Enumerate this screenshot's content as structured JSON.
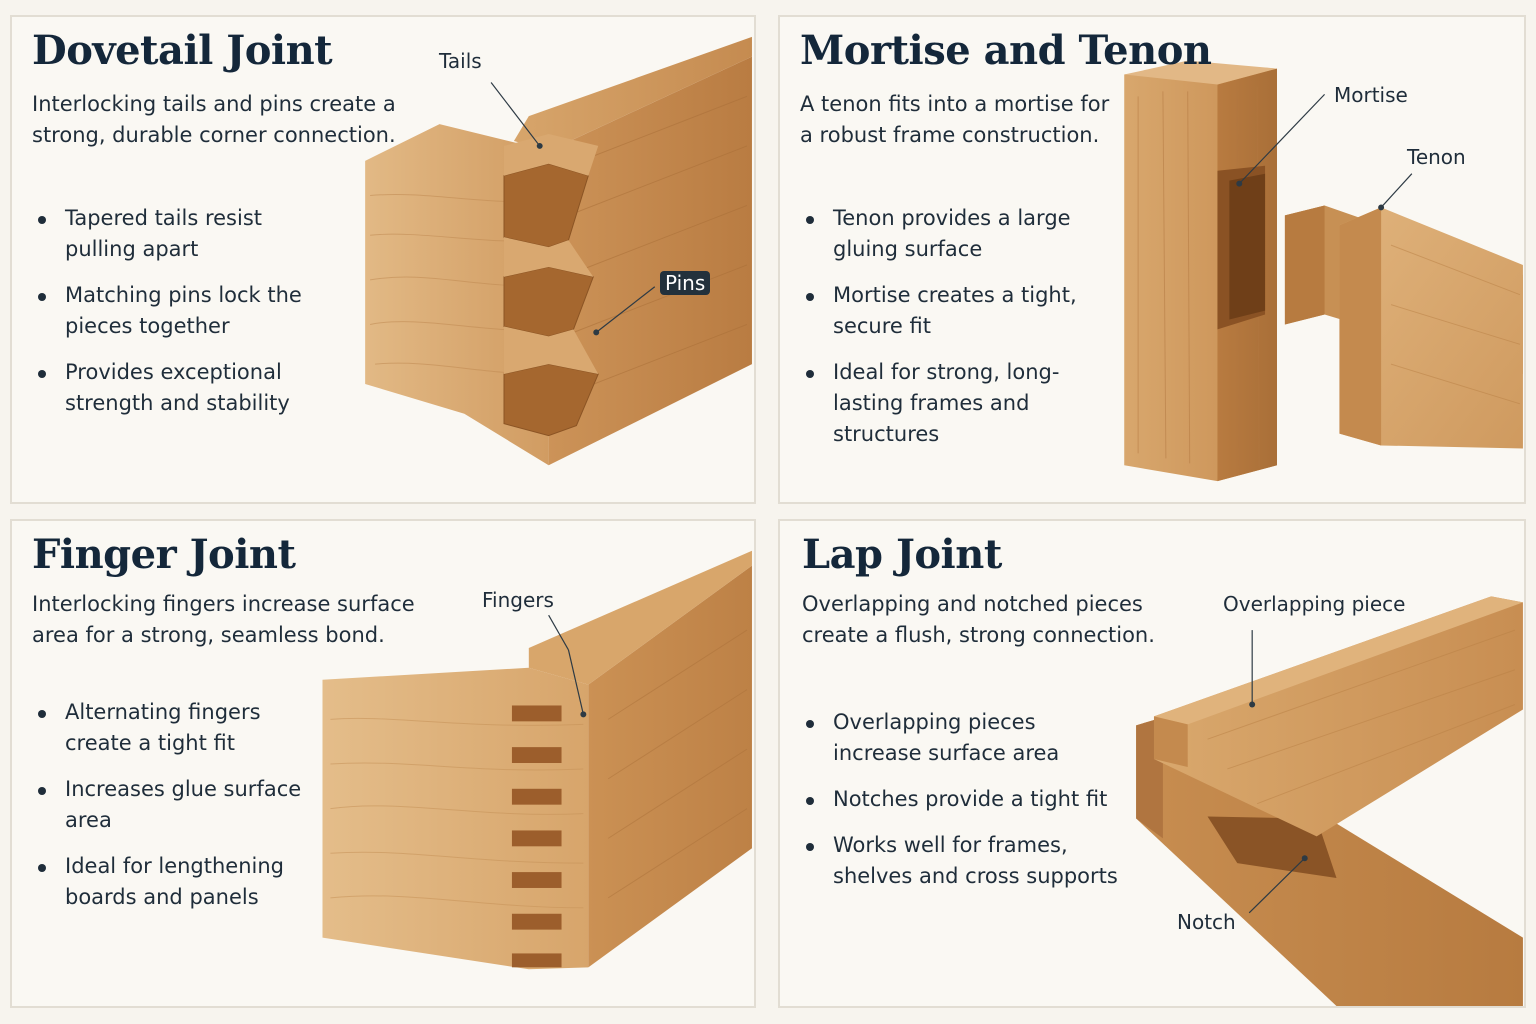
{
  "panels": {
    "dovetail": {
      "title": "Dovetail Joint",
      "description": "Interlocking tails and pins create a strong, durable corner connection.",
      "bullets": [
        "Tapered tails resist pulling apart",
        "Matching pins lock the pieces together",
        "Provides exceptional strength and stability"
      ],
      "callouts": {
        "tails": "Tails",
        "pins": "Pins"
      }
    },
    "mortise": {
      "title": "Mortise and Tenon",
      "description": "A tenon fits into a mortise for a robust frame construction.",
      "bullets": [
        "Tenon provides a large gluing surface",
        "Mortise creates a tight, secure fit",
        "Ideal for strong, long-lasting frames and structures"
      ],
      "callouts": {
        "mortise": "Mortise",
        "tenon": "Tenon"
      }
    },
    "finger": {
      "title": "Finger Joint",
      "description": "Interlocking fingers increase surface area for a strong, seamless bond.",
      "bullets": [
        "Alternating fingers create a tight fit",
        "Increases glue surface area",
        "Ideal for lengthening boards and panels"
      ],
      "callouts": {
        "fingers": "Fingers"
      }
    },
    "lap": {
      "title": "Lap Joint",
      "description": "Overlapping and notched pieces create a flush, strong connection.",
      "bullets": [
        "Overlapping pieces increase surface area",
        "Notches provide a tight fit",
        "Works well for frames, shelves and cross supports"
      ],
      "callouts": {
        "overlapping": "Overlapping piece",
        "notch": "Notch"
      }
    }
  },
  "colors": {
    "background": "#f7f4ee",
    "panel": "#faf8f3",
    "border": "#e2ddd3",
    "title": "#14273a",
    "text": "#1f2d3a",
    "wood_light": "#dcae76",
    "wood_mid": "#c98f55",
    "wood_dark": "#a86b35",
    "wood_end": "#9c5e2c"
  }
}
